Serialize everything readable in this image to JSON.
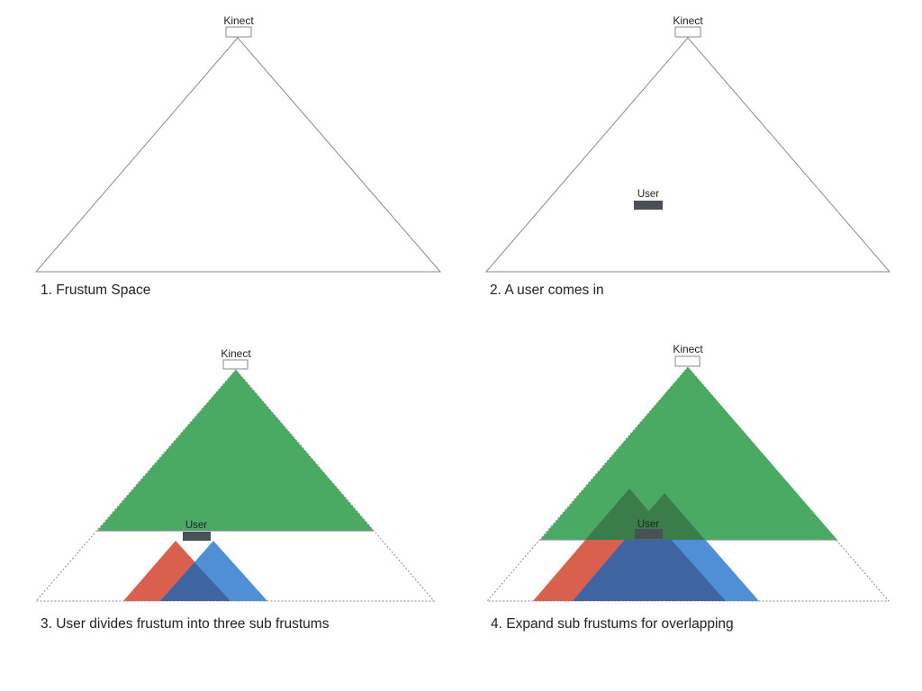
{
  "colors": {
    "outline": "#8a8a8a",
    "green": "#4aaa64",
    "red": "#d9604c",
    "blue": "#4f8fd6",
    "overlap_blue": "#3f64a2",
    "overlap_green": "#3a7d4a",
    "user_box": "#4a5058",
    "user_label_dark": "#222222",
    "user_label_light": "#ffffff"
  },
  "panels": [
    {
      "caption": "1. Frustum Space",
      "kinect_label": "Kinect"
    },
    {
      "caption": "2. A user comes in",
      "kinect_label": "Kinect",
      "user_label": "User"
    },
    {
      "caption": "3. User divides frustum into three sub frustums",
      "kinect_label": "Kinect",
      "user_label": "User"
    },
    {
      "caption": "4. Expand sub frustums for overlapping",
      "kinect_label": "Kinect",
      "user_label": "User"
    }
  ]
}
